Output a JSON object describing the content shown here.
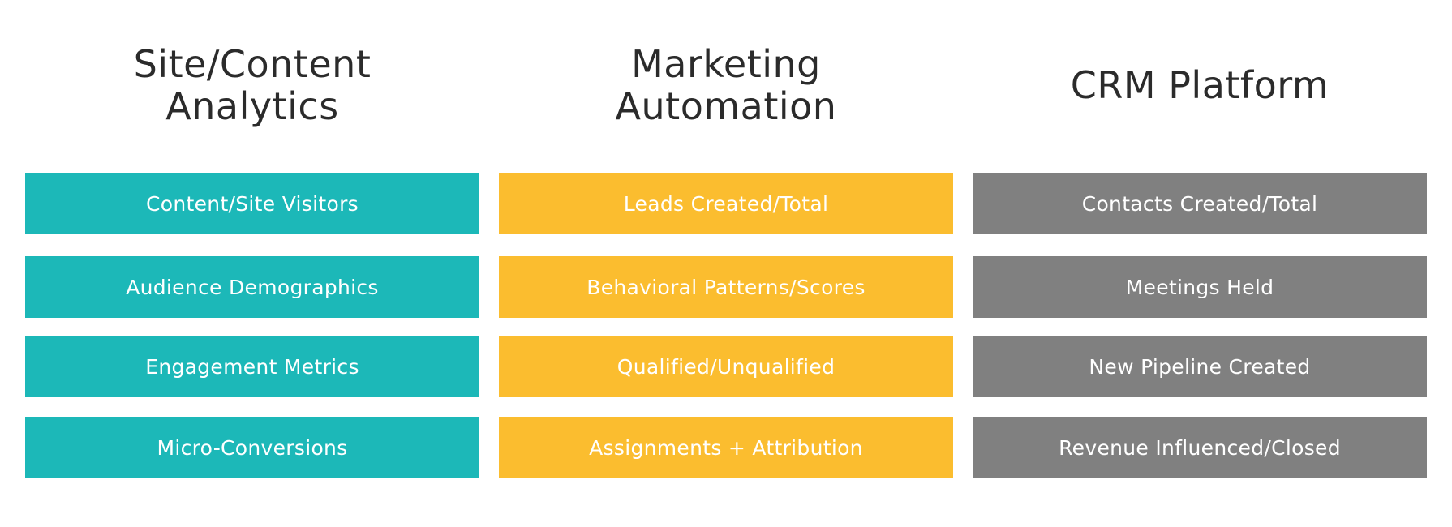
{
  "columns": [
    {
      "title": "Site/Content\nAnalytics",
      "color": "#1cb8b8",
      "items": [
        "Content/Site Visitors",
        "Audience Demographics",
        "Engagement Metrics",
        "Micro-Conversions"
      ]
    },
    {
      "title": "Marketing\nAutomation",
      "color": "#fbbd2f",
      "items": [
        "Leads Created/Total",
        "Behavioral Patterns/Scores",
        "Qualified/Unqualified",
        "Assignments + Attribution"
      ]
    },
    {
      "title": "CRM Platform",
      "color": "#808080",
      "items": [
        "Contacts Created/Total",
        "Meetings Held",
        "New Pipeline Created",
        "Revenue Influenced/Closed"
      ]
    }
  ]
}
